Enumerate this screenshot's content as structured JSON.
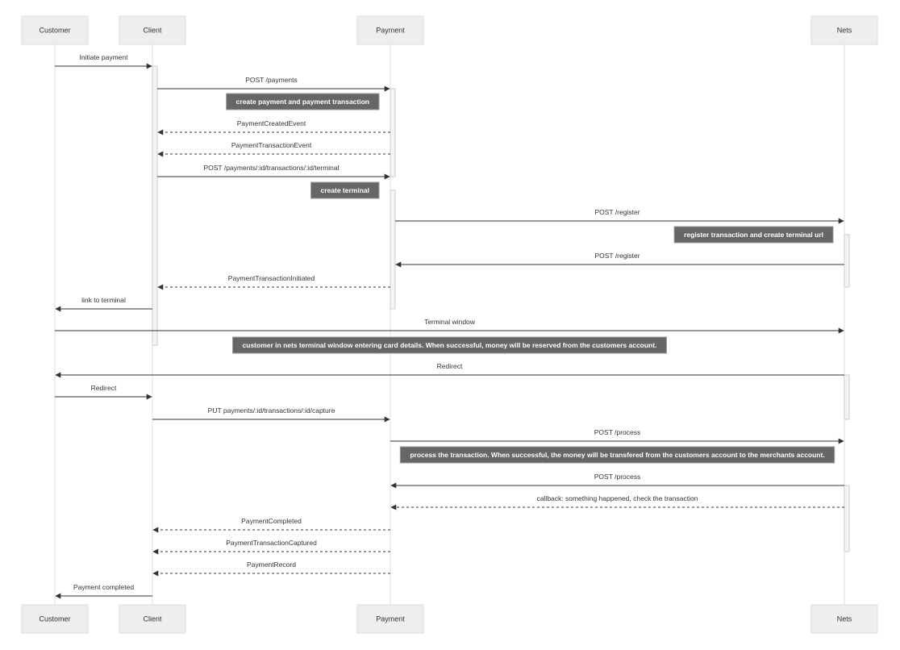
{
  "actors": [
    {
      "id": "customer",
      "label": "Customer"
    },
    {
      "id": "client",
      "label": "Client"
    },
    {
      "id": "payment",
      "label": "Payment"
    },
    {
      "id": "nets",
      "label": "Nets"
    }
  ],
  "activations": [
    {
      "actor": "client",
      "from": 1,
      "to": 14
    },
    {
      "actor": "payment",
      "from": 2,
      "to": 6
    },
    {
      "actor": "payment",
      "from": 7,
      "to": 12
    },
    {
      "actor": "nets",
      "from": 9,
      "to": 11
    },
    {
      "actor": "nets",
      "from": 15,
      "to": 17
    },
    {
      "actor": "client",
      "from": 18,
      "to": 27
    },
    {
      "actor": "payment",
      "from": 19,
      "to": 26
    },
    {
      "actor": "nets",
      "from": 20,
      "to": 23
    }
  ],
  "steps": [
    {
      "kind": "msg",
      "from": "customer",
      "to": "client",
      "label": "Initiate payment",
      "dashed": false
    },
    {
      "kind": "msg",
      "from": "client",
      "to": "payment",
      "label": "POST /payments",
      "dashed": false
    },
    {
      "kind": "note",
      "over": [
        "payment"
      ],
      "side": "left",
      "label": "create payment and payment transaction"
    },
    {
      "kind": "msg",
      "from": "payment",
      "to": "client",
      "label": "PaymentCreatedEvent",
      "dashed": true
    },
    {
      "kind": "msg",
      "from": "payment",
      "to": "client",
      "label": "PaymentTransactionEvent",
      "dashed": true
    },
    {
      "kind": "msg",
      "from": "client",
      "to": "payment",
      "label": "POST /payments/:id/transactions/:id/terminal",
      "dashed": false
    },
    {
      "kind": "note",
      "over": [
        "payment"
      ],
      "side": "left",
      "label": "create terminal"
    },
    {
      "kind": "msg",
      "from": "payment",
      "to": "nets",
      "label": "POST /register",
      "dashed": false
    },
    {
      "kind": "note",
      "over": [
        "nets"
      ],
      "side": "left",
      "label": "register transaction and create terminal url"
    },
    {
      "kind": "msg",
      "from": "nets",
      "to": "payment",
      "label": "POST /register",
      "dashed": false
    },
    {
      "kind": "msg",
      "from": "payment",
      "to": "client",
      "label": "PaymentTransactionInitiated",
      "dashed": true
    },
    {
      "kind": "msg",
      "from": "client",
      "to": "customer",
      "label": "link to terminal",
      "dashed": false
    },
    {
      "kind": "msg",
      "from": "customer",
      "to": "nets",
      "label": "Terminal window",
      "dashed": false
    },
    {
      "kind": "note",
      "over": [
        "customer",
        "nets"
      ],
      "side": "over",
      "label": "customer in nets terminal window entering card details. When successful, money will be reserved from the customers account."
    },
    {
      "kind": "msg",
      "from": "nets",
      "to": "customer",
      "label": "Redirect",
      "dashed": false
    },
    {
      "kind": "msg",
      "from": "customer",
      "to": "client",
      "label": "Redirect",
      "dashed": false
    },
    {
      "kind": "msg",
      "from": "client",
      "to": "payment",
      "label": "PUT payments/:id/transactions/:id/capture",
      "dashed": false
    },
    {
      "kind": "msg",
      "from": "payment",
      "to": "nets",
      "label": "POST /process",
      "dashed": false
    },
    {
      "kind": "note",
      "over": [
        "payment",
        "nets"
      ],
      "side": "over",
      "label": "process the transaction. When successful, the money will be transfered from the customers account to the merchants account."
    },
    {
      "kind": "msg",
      "from": "nets",
      "to": "payment",
      "label": "POST /process",
      "dashed": false
    },
    {
      "kind": "msg",
      "from": "nets",
      "to": "payment",
      "label": "callback: something happened, check the transaction",
      "dashed": true
    },
    {
      "kind": "msg",
      "from": "payment",
      "to": "client",
      "label": "PaymentCompleted",
      "dashed": true
    },
    {
      "kind": "msg",
      "from": "payment",
      "to": "client",
      "label": "PaymentTransactionCaptured",
      "dashed": true
    },
    {
      "kind": "msg",
      "from": "payment",
      "to": "client",
      "label": "PaymentRecord",
      "dashed": true
    },
    {
      "kind": "msg",
      "from": "client",
      "to": "customer",
      "label": "Payment completed",
      "dashed": false
    }
  ]
}
